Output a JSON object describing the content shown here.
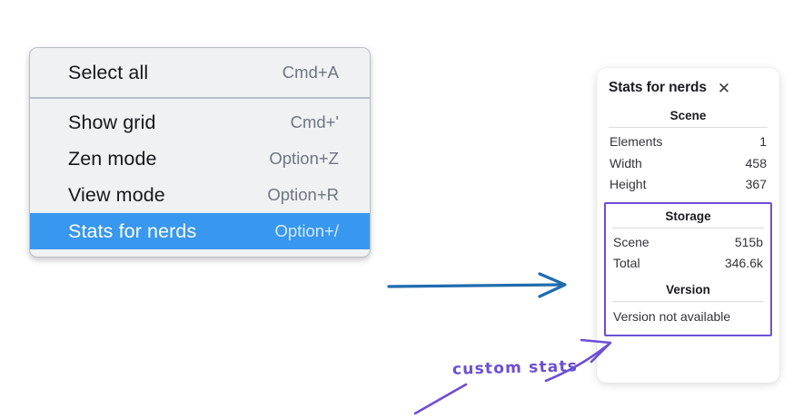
{
  "context_menu": {
    "groups": [
      {
        "items": [
          {
            "label": "Select all",
            "shortcut": "Cmd+A",
            "selected": false
          }
        ]
      },
      {
        "items": [
          {
            "label": "Show grid",
            "shortcut": "Cmd+'",
            "selected": false
          },
          {
            "label": "Zen mode",
            "shortcut": "Option+Z",
            "selected": false
          },
          {
            "label": "View mode",
            "shortcut": "Option+R",
            "selected": false
          },
          {
            "label": "Stats for nerds",
            "shortcut": "Option+/",
            "selected": true
          }
        ]
      }
    ],
    "selected_highlight_color": "#3897ee"
  },
  "stats_panel": {
    "title": "Stats for nerds",
    "close_icon": "close-icon",
    "close_glyph": "✕",
    "scene": {
      "heading": "Scene",
      "rows": [
        {
          "key": "Elements",
          "value": "1"
        },
        {
          "key": "Width",
          "value": "458"
        },
        {
          "key": "Height",
          "value": "367"
        }
      ]
    },
    "custom": {
      "highlight_color": "#6c4fd8",
      "storage": {
        "heading": "Storage",
        "rows": [
          {
            "key": "Scene",
            "value": "515b"
          },
          {
            "key": "Total",
            "value": "346.6k"
          }
        ]
      },
      "version": {
        "heading": "Version",
        "text": "Version not available"
      }
    }
  },
  "annotations": {
    "blue_arrow": {
      "name": "blue-arrow",
      "color": "#1f6cb0"
    },
    "purple_arrow": {
      "name": "purple-arrow",
      "color": "#6b4ed6"
    },
    "purple_stroke": {
      "name": "purple-underline-stroke",
      "color": "#6b4ed6"
    },
    "hand_label": {
      "text": "custom stats",
      "color": "#6b4ed6"
    }
  }
}
